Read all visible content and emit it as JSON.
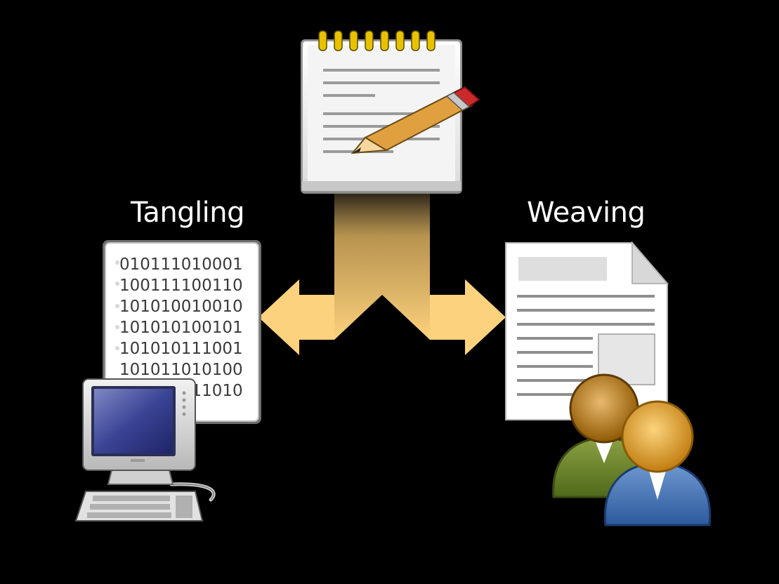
{
  "labels": {
    "tangling": "Tangling",
    "weaving": "Weaving"
  },
  "binary_lines": [
    "010111010001",
    "100111100110",
    "101010010010",
    "101010100101",
    "101010111001",
    "101011010100",
    "101111011010"
  ],
  "icons": {
    "source": "notepad-pencil-icon",
    "tangle_target": "computer-icon",
    "weave_target": "document-icon",
    "audience": "users-icon"
  },
  "colors": {
    "background": "#000000",
    "arrow": "#fdd27e",
    "label": "#ffffff"
  }
}
